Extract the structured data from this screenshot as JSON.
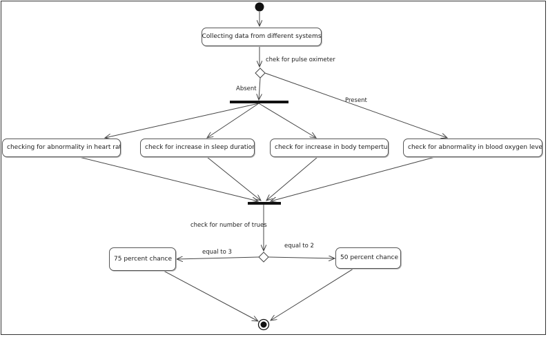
{
  "diagram": {
    "nodes": {
      "collect": "Collecting data from different systems",
      "heart": "checking for abnormality in heart rate",
      "sleep": "check for increase in sleep duration",
      "temp": "check for increase in body temperture",
      "oxygen": "check for abnormality in blood oxygen level",
      "p75": "75 percent chance",
      "p50": "50 percent chance"
    },
    "labels": {
      "pulse": "chek for pulse oximeter",
      "absent": "Absent",
      "present": "Present",
      "trues": "check for number of trues",
      "eq3": "equal to 3",
      "eq2": "equal to 2"
    }
  }
}
